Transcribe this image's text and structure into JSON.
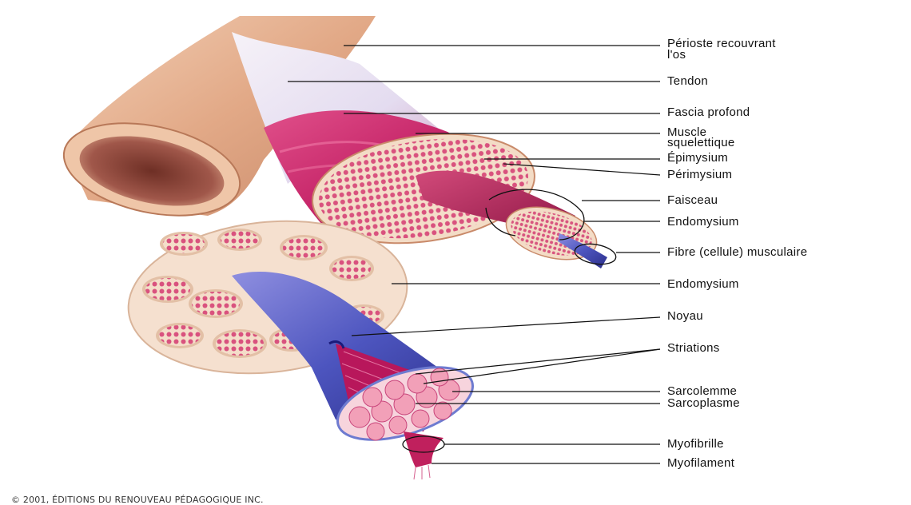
{
  "labels": {
    "periosteum_line1": "Périoste recouvrant",
    "periosteum_line2": "l'os",
    "tendon": "Tendon",
    "deep_fascia": "Fascia profond",
    "skeletal_muscle_line1": "Muscle",
    "skeletal_muscle_line2": "squelettique",
    "epimysium": "Épimysium",
    "perimysium": "Périmysium",
    "fascicle": "Faisceau",
    "endomysium_top": "Endomysium",
    "muscle_fiber": "Fibre (cellule) musculaire",
    "endomysium_bottom": "Endomysium",
    "nucleus": "Noyau",
    "striations": "Striations",
    "sarcolemma": "Sarcolemme",
    "sarcoplasm": "Sarcoplasme",
    "myofibril": "Myofibrille",
    "myofilament": "Myofilament"
  },
  "copyright": "© 2001, ÉDITIONS DU RENOUVEAU PÉDAGOGIQUE INC.",
  "colors": {
    "bone": "#e9b89a",
    "bone_marrow": "#8a4535",
    "tendon": "#ece6f4",
    "muscle": "#c8246a",
    "fascicle_fill": "#f3dcc6",
    "fiber_dot": "#d9527e",
    "fiber_blue": "#4a54b5",
    "leader_line": "#111111"
  }
}
